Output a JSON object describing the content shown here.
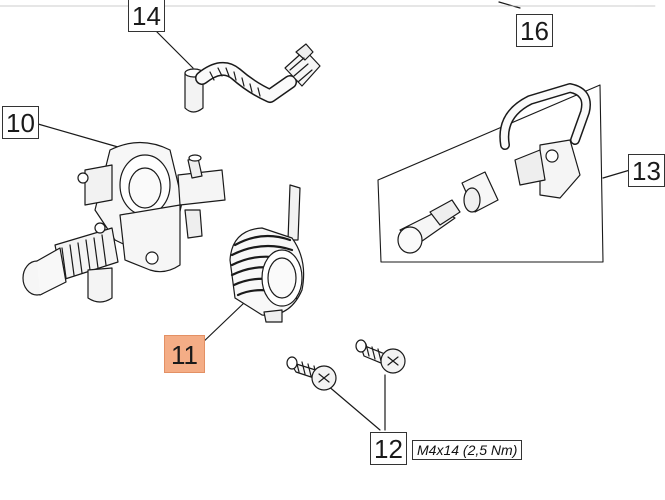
{
  "callouts": {
    "c14": "14",
    "c16": "16",
    "c10": "10",
    "c13": "13",
    "c11": "11",
    "c12": "12"
  },
  "spec": {
    "screw": "M4x14 (2,5 Nm)"
  },
  "colors": {
    "line": "#1a1a1a",
    "highlight": "#f4ad86"
  }
}
